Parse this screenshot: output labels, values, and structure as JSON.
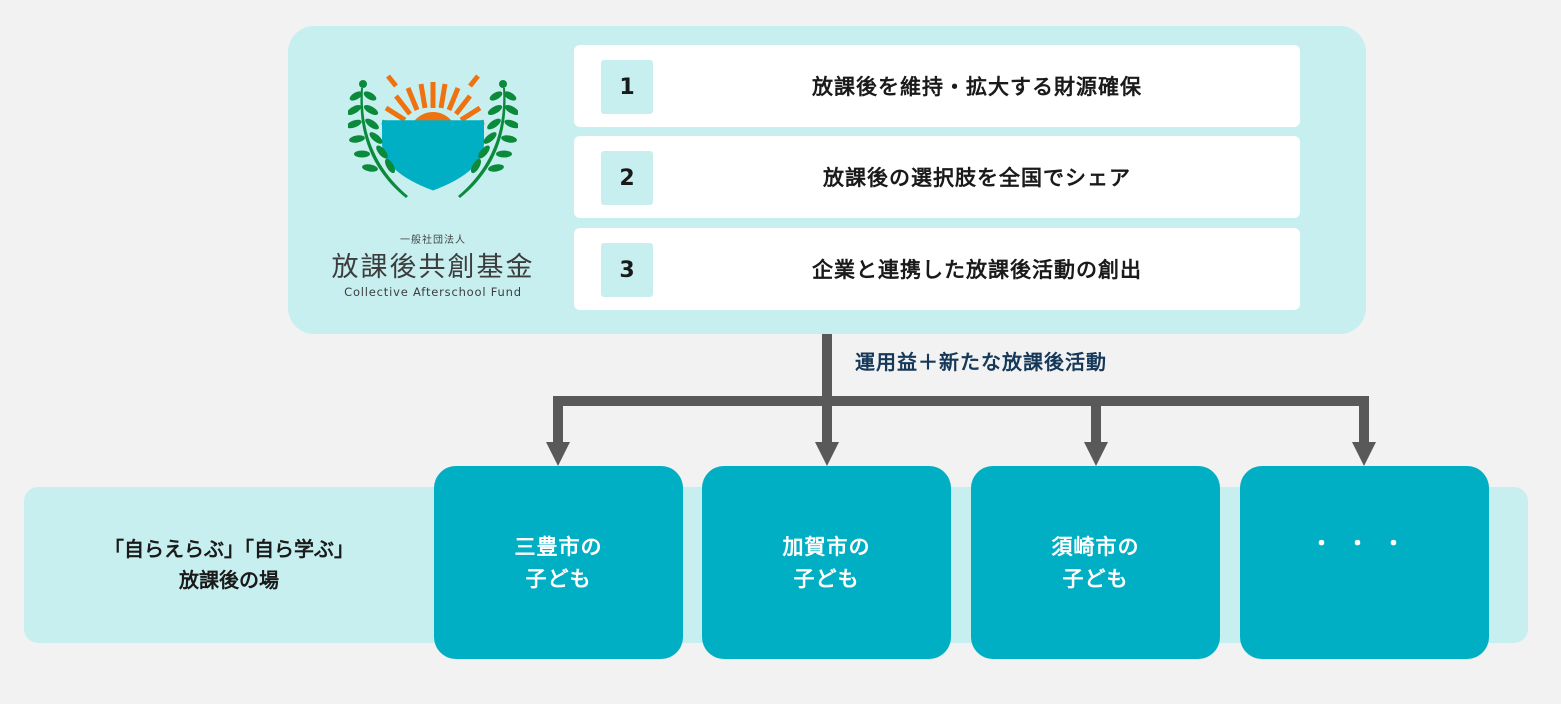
{
  "fund": {
    "logo": {
      "icon": "sun-shield-laurel-emblem",
      "subtitle": "一般社団法人",
      "name_ja": "放課後共創基金",
      "name_en": "Collective Afterschool Fund"
    },
    "goals": [
      {
        "number": "1",
        "text": "放課後を維持・拡大する財源確保"
      },
      {
        "number": "2",
        "text": "放課後の選択肢を全国でシェア"
      },
      {
        "number": "3",
        "text": "企業と連携した放課後活動の創出"
      }
    ]
  },
  "flow": {
    "label": "運用益＋新たな放課後活動",
    "icon": "arrow-down-icon"
  },
  "places": {
    "label_line1": "「自らえらぶ」「自ら学ぶ」",
    "label_line2": "放課後の場",
    "cities": [
      {
        "line1": "三豊市の",
        "line2": "子ども"
      },
      {
        "line1": "加賀市の",
        "line2": "子ども"
      },
      {
        "line1": "須崎市の",
        "line2": "子ども"
      },
      {
        "line1": "・・・",
        "line2": ""
      }
    ]
  },
  "colors": {
    "background": "#f2f2f2",
    "panel": "#c8eff0",
    "card": "#00afc3",
    "connector": "#595959",
    "flow_label": "#16395a",
    "sun": "#ee7310",
    "leaf": "#0b8a3c"
  }
}
